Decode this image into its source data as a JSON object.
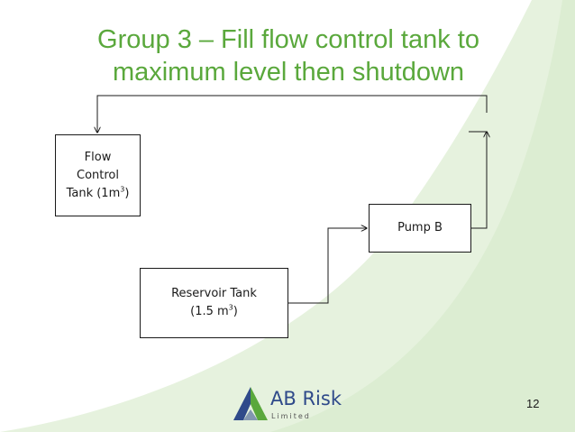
{
  "title": {
    "line1": "Group 3 – Fill flow control tank to",
    "line2": "maximum level then shutdown"
  },
  "boxes": {
    "flow_control": {
      "line1": "Flow",
      "line2": "Control",
      "line3_pre": "Tank (1m",
      "line3_sup": "3",
      "line3_post": ")"
    },
    "pump": {
      "label": "Pump B"
    },
    "reservoir": {
      "line1": "Reservoir Tank",
      "line2_pre": "(1.5 m",
      "line2_sup": "3",
      "line2_post": ")"
    }
  },
  "logo": {
    "name": "AB Risk",
    "sub": "Limited"
  },
  "page_number": "12",
  "colors": {
    "title": "#5aa83c",
    "background_accent": "#e6f2de",
    "logo_blue": "#2f4a8a",
    "logo_green": "#5aa83c"
  }
}
